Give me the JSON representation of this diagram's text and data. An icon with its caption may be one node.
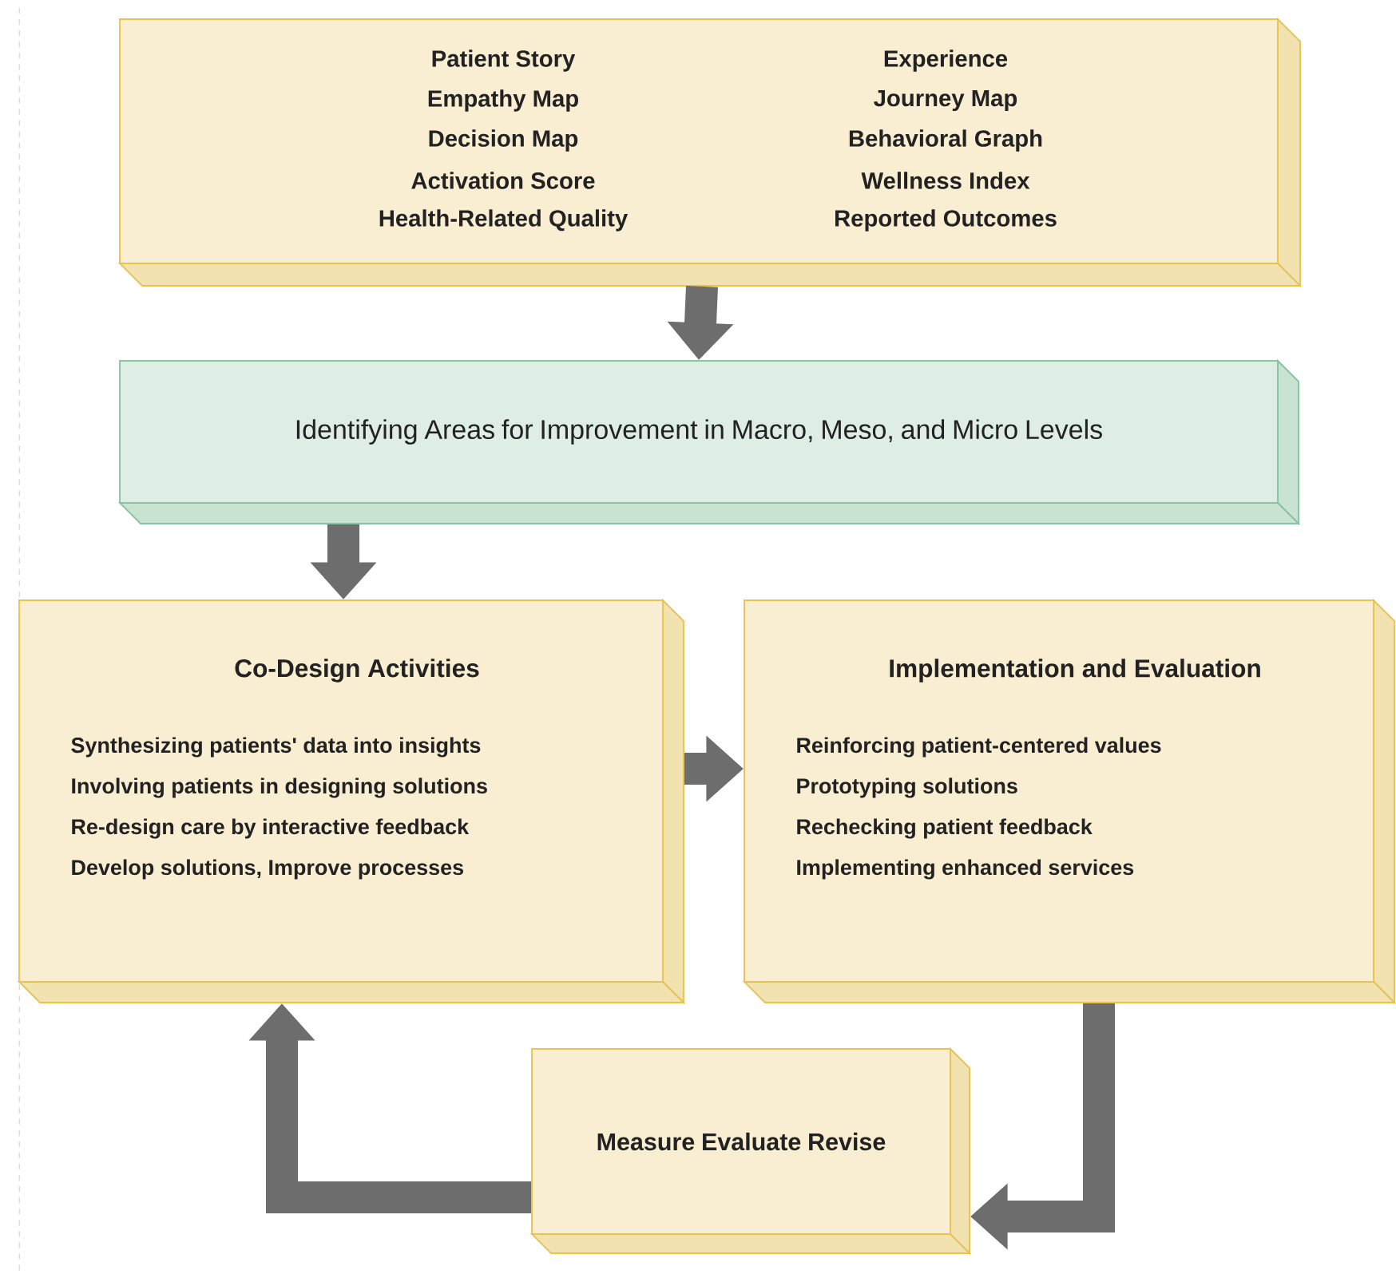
{
  "diagram": {
    "nodes": [
      {
        "text": [
          "Patient Story",
          "Experience",
          "Empathy Map",
          "Journey Map",
          "Decision Map",
          "Behavioral Graph",
          "Activation Score",
          "Wellness Index",
          "Health-Related Quality",
          "Reported Outcomes"
        ]
      },
      {
        "text": [
          "Identifying Areas for Improvement in Macro, Meso, and Micro Levels"
        ]
      },
      {
        "text": [
          "Co-Design Activities",
          "Synthesizing patients' data into insights",
          "Involving patients in designing solutions",
          "Re-design care by interactive feedback",
          "Develop solutions, Improve processes"
        ]
      },
      {
        "text": [
          "Implementation and Evaluation",
          "Reinforcing patient-centered values",
          "Prototyping solutions",
          "Rechecking patient feedback",
          "Implementing enhanced services"
        ]
      },
      {
        "text": [
          "Measure Evaluate Revise"
        ]
      }
    ],
    "edges": [
      {
        "from": 0,
        "to": 1,
        "arrow": "to"
      },
      {
        "from": 1,
        "to": 2,
        "arrow": "to"
      },
      {
        "from": 2,
        "to": 3,
        "arrow": "to"
      },
      {
        "from": 3,
        "to": 4,
        "arrow": "to"
      },
      {
        "from": 4,
        "to": 2,
        "arrow": "to"
      }
    ]
  }
}
